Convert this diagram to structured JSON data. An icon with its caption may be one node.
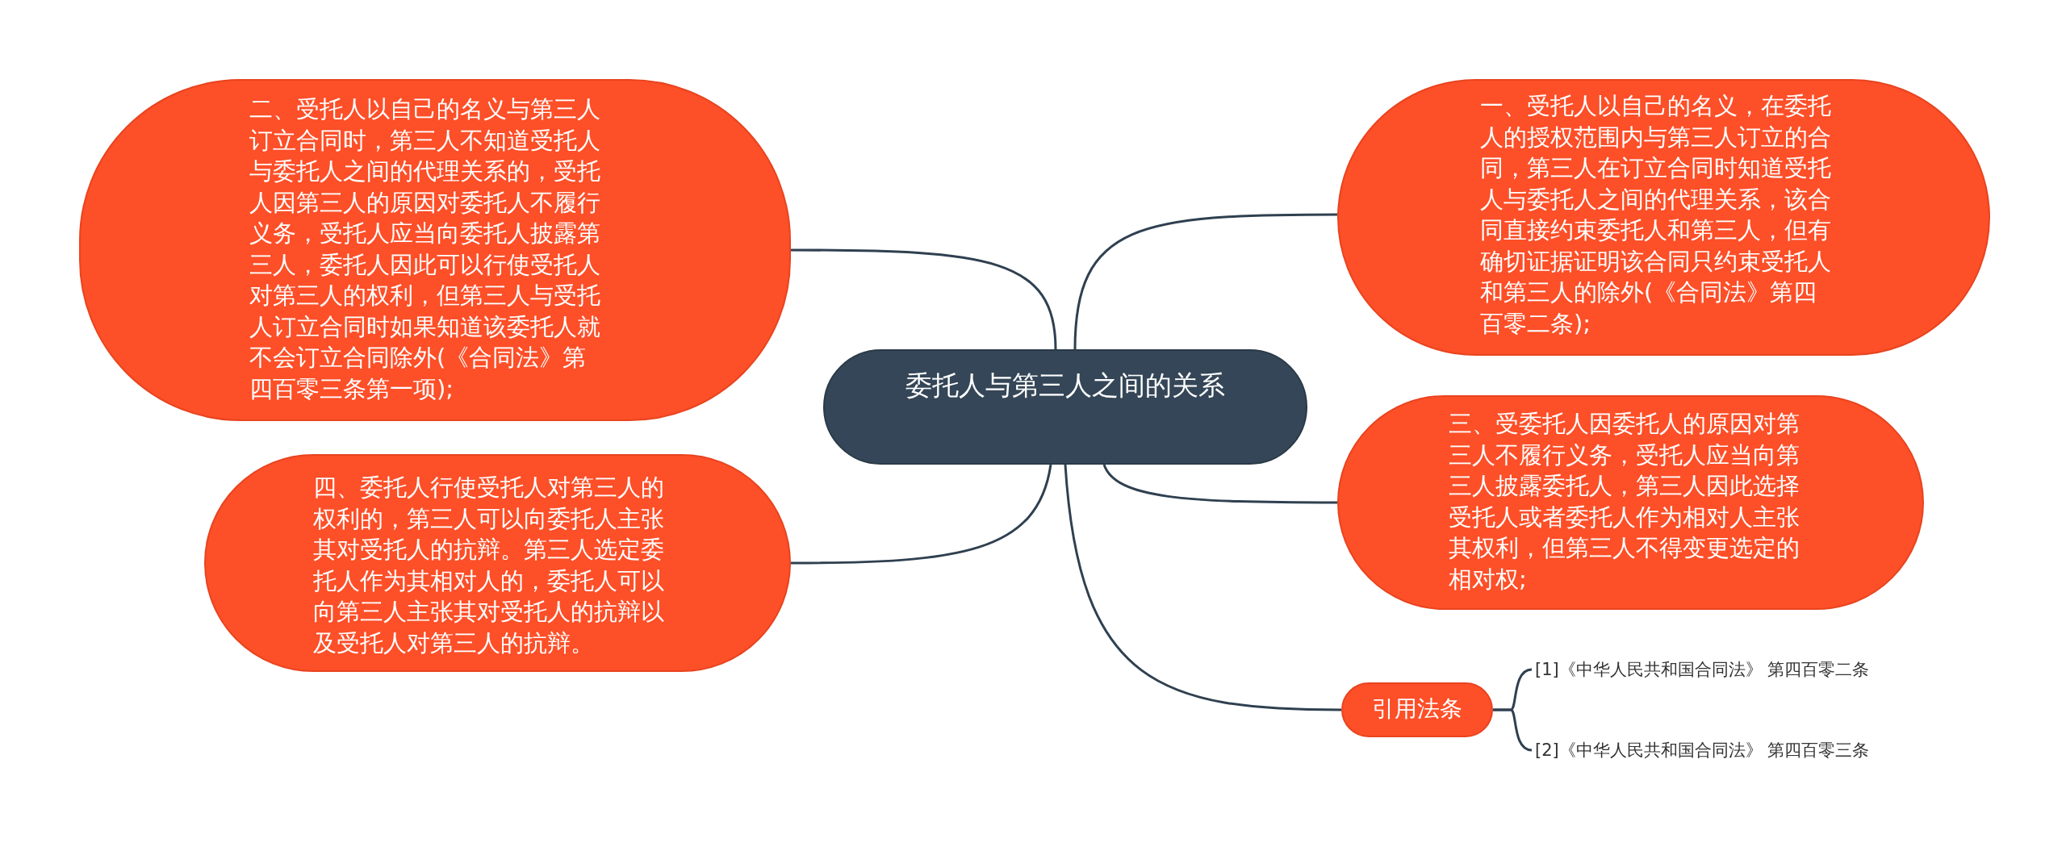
{
  "diagram": {
    "nodes": [
      {
        "text": [
          "委托人与第三人之间的关系"
        ]
      },
      {
        "text": [
          "二、受托人以自己的名义与第三人订立合同时，第三人不知道受托人与委托人之间的代理关系的，受托人因第三人的原因对委托人不履行义务，受托人应当向委托人披露第三人，委托人因此可以行使受托人对第三人的权利，但第三人与受托人订立合同时如果知道该委托人就不会订立合同除外(《合同法》第四百零三条第一项);"
        ]
      },
      {
        "text": [
          "一、受托人以自己的名义，在委托人的授权范围内与第三人订立的合同，第三人在订立合同时知道受托人与委托人之间的代理关系，该合同直接约束委托人和第三人，但有确切证据证明该合同只约束受托人和第三人的除外(《合同法》第四百零二条);"
        ]
      },
      {
        "text": [
          "三、受委托人因委托人的原因对第三人不履行义务，受托人应当向第三人披露委托人，第三人因此选择受托人或者委托人作为相对人主张其权利，但第三人不得变更选定的相对权;"
        ]
      },
      {
        "text": [
          "四、委托人行使受托人对第三人的权利的，第三人可以向委托人主张其对受托人的抗辩。第三人选定委托人作为其相对人的，委托人可以向第三人主张其对受托人的抗辩以及受托人对第三人的抗辩。"
        ]
      },
      {
        "text": [
          "引用法条"
        ]
      },
      {
        "text": [
          "[1]《中华人民共和国合同法》 第四百零二条"
        ]
      },
      {
        "text": [
          "[2]《中华人民共和国合同法》 第四百零三条"
        ]
      }
    ],
    "edges": [
      {
        "from": 0,
        "to": 1,
        "arrow": "none"
      },
      {
        "from": 0,
        "to": 2,
        "arrow": "none"
      },
      {
        "from": 0,
        "to": 3,
        "arrow": "none"
      },
      {
        "from": 0,
        "to": 4,
        "arrow": "none"
      },
      {
        "from": 0,
        "to": 5,
        "arrow": "none"
      },
      {
        "from": 5,
        "to": 6,
        "arrow": "none"
      },
      {
        "from": 5,
        "to": 7,
        "arrow": "none"
      }
    ]
  }
}
